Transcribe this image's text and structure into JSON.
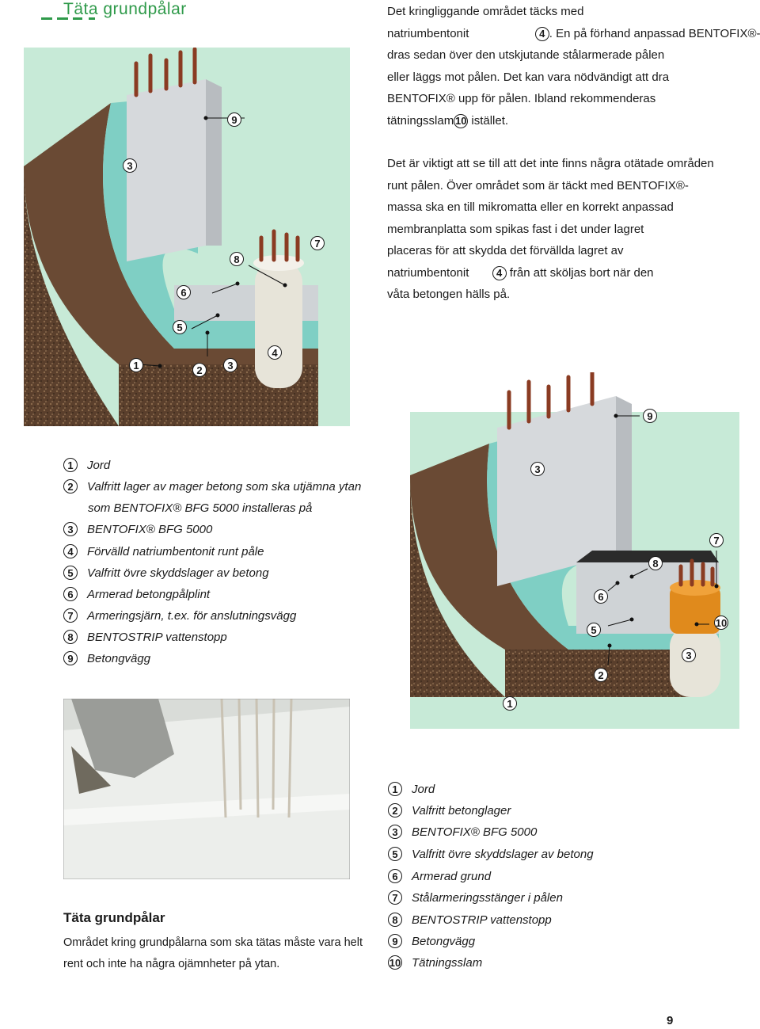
{
  "heading": "Täta grundpålar",
  "intro_text": {
    "lines": [
      "Det kringliggande området täcks med",
      "natriumbentonit",
      ". En på förhand anpassad BENTOFIX®-platta",
      "dras sedan över den utskjutande stålarmerade pålen",
      "eller läggs mot pålen. Det kan vara nödvändigt att dra",
      "BENTOFIX®  upp  för  pålen.  Ibland  rekommenderas",
      "tätningsslam",
      " istället."
    ],
    "line2_num": "4",
    "line7_num": "10"
  },
  "second_text": {
    "lines": [
      "Det är viktigt att se till att det inte finns några otätade områden",
      "runt pålen. Över området som är täckt med BENTOFIX®-",
      "massa  ska en till mikromatta eller en korrekt anpassad",
      "membranplatta som spikas fast i det under lagret",
      "placeras för att skydda det förvällda lagret av",
      "natriumbentonit",
      " från att sköljas bort när den",
      "våta betongen hälls på."
    ],
    "line6_num": "4"
  },
  "legend_1": [
    {
      "num": "1",
      "text": "Jord"
    },
    {
      "num": "2",
      "text": "Valfritt lager av mager betong som ska utjämna ytan"
    },
    {
      "num": "",
      "text": "som BENTOFIX® BFG 5000 installeras på"
    },
    {
      "num": "3",
      "text": "BENTOFIX® BFG 5000"
    },
    {
      "num": "4",
      "text": "Förvälld natriumbentonit runt påle"
    },
    {
      "num": "5",
      "text": "Valfritt övre skyddslager av betong"
    },
    {
      "num": "6",
      "text": "Armerad betongpålplint"
    },
    {
      "num": "7",
      "text": "Armeringsjärn, t.ex. för anslutningsvägg"
    },
    {
      "num": "8",
      "text": "BENTOSTRIP vattenstopp"
    },
    {
      "num": "9",
      "text": "Betongvägg"
    }
  ],
  "legend_2": [
    {
      "num": "1",
      "text": "Jord"
    },
    {
      "num": "2",
      "text": "Valfritt betonglager"
    },
    {
      "num": "3",
      "text": "BENTOFIX® BFG 5000"
    },
    {
      "num": "5",
      "text": "Valfritt övre skyddslager av betong"
    },
    {
      "num": "6",
      "text": "Armerad grund"
    },
    {
      "num": "7",
      "text": "Stålarmeringsstänger i pålen"
    },
    {
      "num": "8",
      "text": "BENTOSTRIP vattenstopp"
    },
    {
      "num": "9",
      "text": "Betongvägg"
    },
    {
      "num": "10",
      "text": "Tätningsslam"
    }
  ],
  "figure1_callouts": [
    "9",
    "3",
    "7",
    "8",
    "6",
    "5",
    "1",
    "2",
    "3",
    "4"
  ],
  "figure2_callouts": [
    "9",
    "3",
    "7",
    "8",
    "6",
    "10",
    "5",
    "3",
    "2",
    "1"
  ],
  "caption": {
    "title": "Täta grundpålar",
    "body_line1": "Området kring grundpålarna som ska tätas måste vara helt",
    "body_line2": "rent och inte ha några ojämnheter på ytan."
  },
  "page_number": "9",
  "colors": {
    "accent_green": "#2f9a4a",
    "membrane": "#7fcfc4",
    "soil": "#5a3f2c",
    "concrete": "#d6d9dc",
    "steel": "#8a3b22",
    "sealing_slurry": "#e08a1c"
  }
}
